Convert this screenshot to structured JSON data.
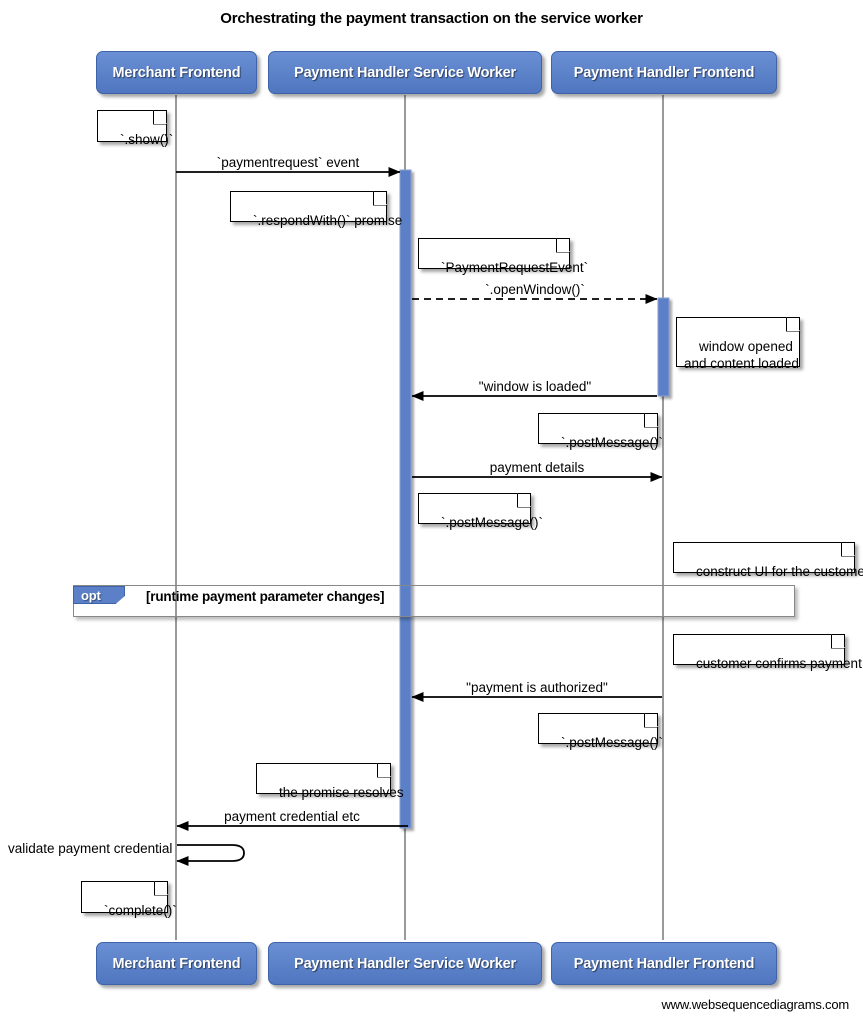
{
  "diagram": {
    "title": "Orchestrating the payment transaction on the service worker",
    "footer": "www.websequencediagrams.com",
    "colors": {
      "participant_fill": "#5b80c8",
      "participant_border": "#3f63a8",
      "activation_fill": "#5b80c8",
      "lifeline": "#808080",
      "fragment_border": "#888888",
      "note_border": "#000000",
      "arrow": "#000000",
      "text": "#000000"
    }
  },
  "participants": [
    {
      "id": "merchant",
      "label": "Merchant Frontend"
    },
    {
      "id": "sw",
      "label": "Payment Handler Service Worker"
    },
    {
      "id": "phf",
      "label": "Payment Handler Frontend"
    }
  ],
  "participants_bottom": [
    {
      "id": "merchant",
      "label": "Merchant Frontend"
    },
    {
      "id": "sw",
      "label": "Payment Handler Service Worker"
    },
    {
      "id": "phf",
      "label": "Payment Handler Frontend"
    }
  ],
  "messages": [
    {
      "id": "m1",
      "label": "`paymentrequest` event",
      "from": "merchant",
      "to": "sw",
      "style": "solid"
    },
    {
      "id": "m2",
      "label": "`.openWindow()`",
      "from": "sw",
      "to": "phf",
      "style": "dashed"
    },
    {
      "id": "m3",
      "label": "\"window is loaded\"",
      "from": "phf",
      "to": "sw",
      "style": "solid"
    },
    {
      "id": "m4",
      "label": "payment details",
      "from": "sw",
      "to": "phf",
      "style": "solid"
    },
    {
      "id": "m5",
      "label": "\"payment is authorized\"",
      "from": "phf",
      "to": "sw",
      "style": "solid"
    },
    {
      "id": "m6",
      "label": "payment credential etc",
      "from": "sw",
      "to": "merchant",
      "style": "solid"
    },
    {
      "id": "m7",
      "label": "validate payment credential",
      "from": "merchant",
      "to": "merchant",
      "style": "self"
    }
  ],
  "notes": [
    {
      "id": "n1",
      "text": "`.show()`"
    },
    {
      "id": "n2",
      "text": "`.respondWith()` promise"
    },
    {
      "id": "n3",
      "text": "`PaymentRequestEvent`"
    },
    {
      "id": "n4",
      "text": "window opened\nand content loaded"
    },
    {
      "id": "n5",
      "text": "`.postMessage()`"
    },
    {
      "id": "n6",
      "text": "`.postMessage()`"
    },
    {
      "id": "n7",
      "text": "construct UI for the customer"
    },
    {
      "id": "n8",
      "text": "customer confirms payment"
    },
    {
      "id": "n9",
      "text": "`.postMessage()`"
    },
    {
      "id": "n10",
      "text": "the promise resolves"
    },
    {
      "id": "n11",
      "text": "`complete()`"
    }
  ],
  "fragments": [
    {
      "id": "f1",
      "type": "opt",
      "condition": "[runtime payment parameter changes]"
    }
  ]
}
